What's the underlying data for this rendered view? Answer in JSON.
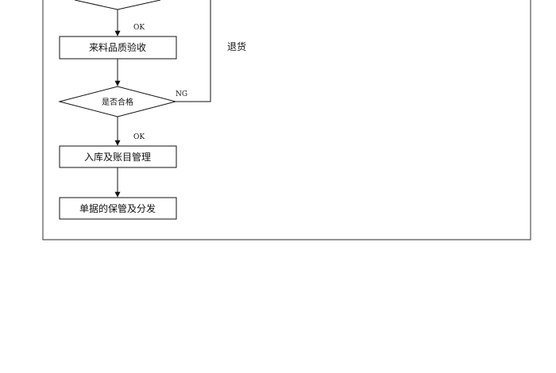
{
  "flowchart": {
    "steps": {
      "incoming_inspection": "来料品质验收",
      "is_qualified": "是否合格",
      "warehousing_and_accounts": "入库及账目管理",
      "document_custody": "单据的保管及分发"
    },
    "edges": {
      "ok_top": "OK",
      "ok_bottom": "OK",
      "ng": "NG",
      "return_goods": "退货"
    }
  }
}
